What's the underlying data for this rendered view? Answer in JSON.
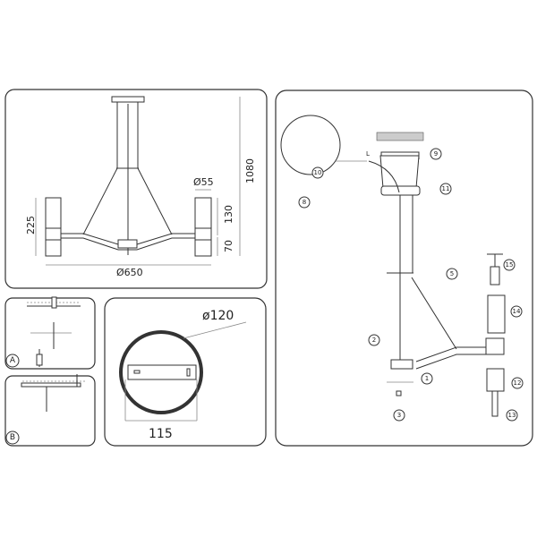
{
  "overview": {
    "dims": {
      "height_total": "1080",
      "tube_diameter": "Ø55",
      "tube_upper": "130",
      "tube_lower": "70",
      "tube_total": "225",
      "span_diameter": "Ø650"
    }
  },
  "canopy": {
    "diameter": "ø120",
    "width": "115"
  },
  "steps_small": {
    "a": "A",
    "b": "B"
  },
  "assembly": {
    "wire_label": "L",
    "steps": [
      "1",
      "2",
      "3",
      "5",
      "8",
      "9",
      "10",
      "11",
      "12",
      "13",
      "14",
      "15"
    ]
  }
}
